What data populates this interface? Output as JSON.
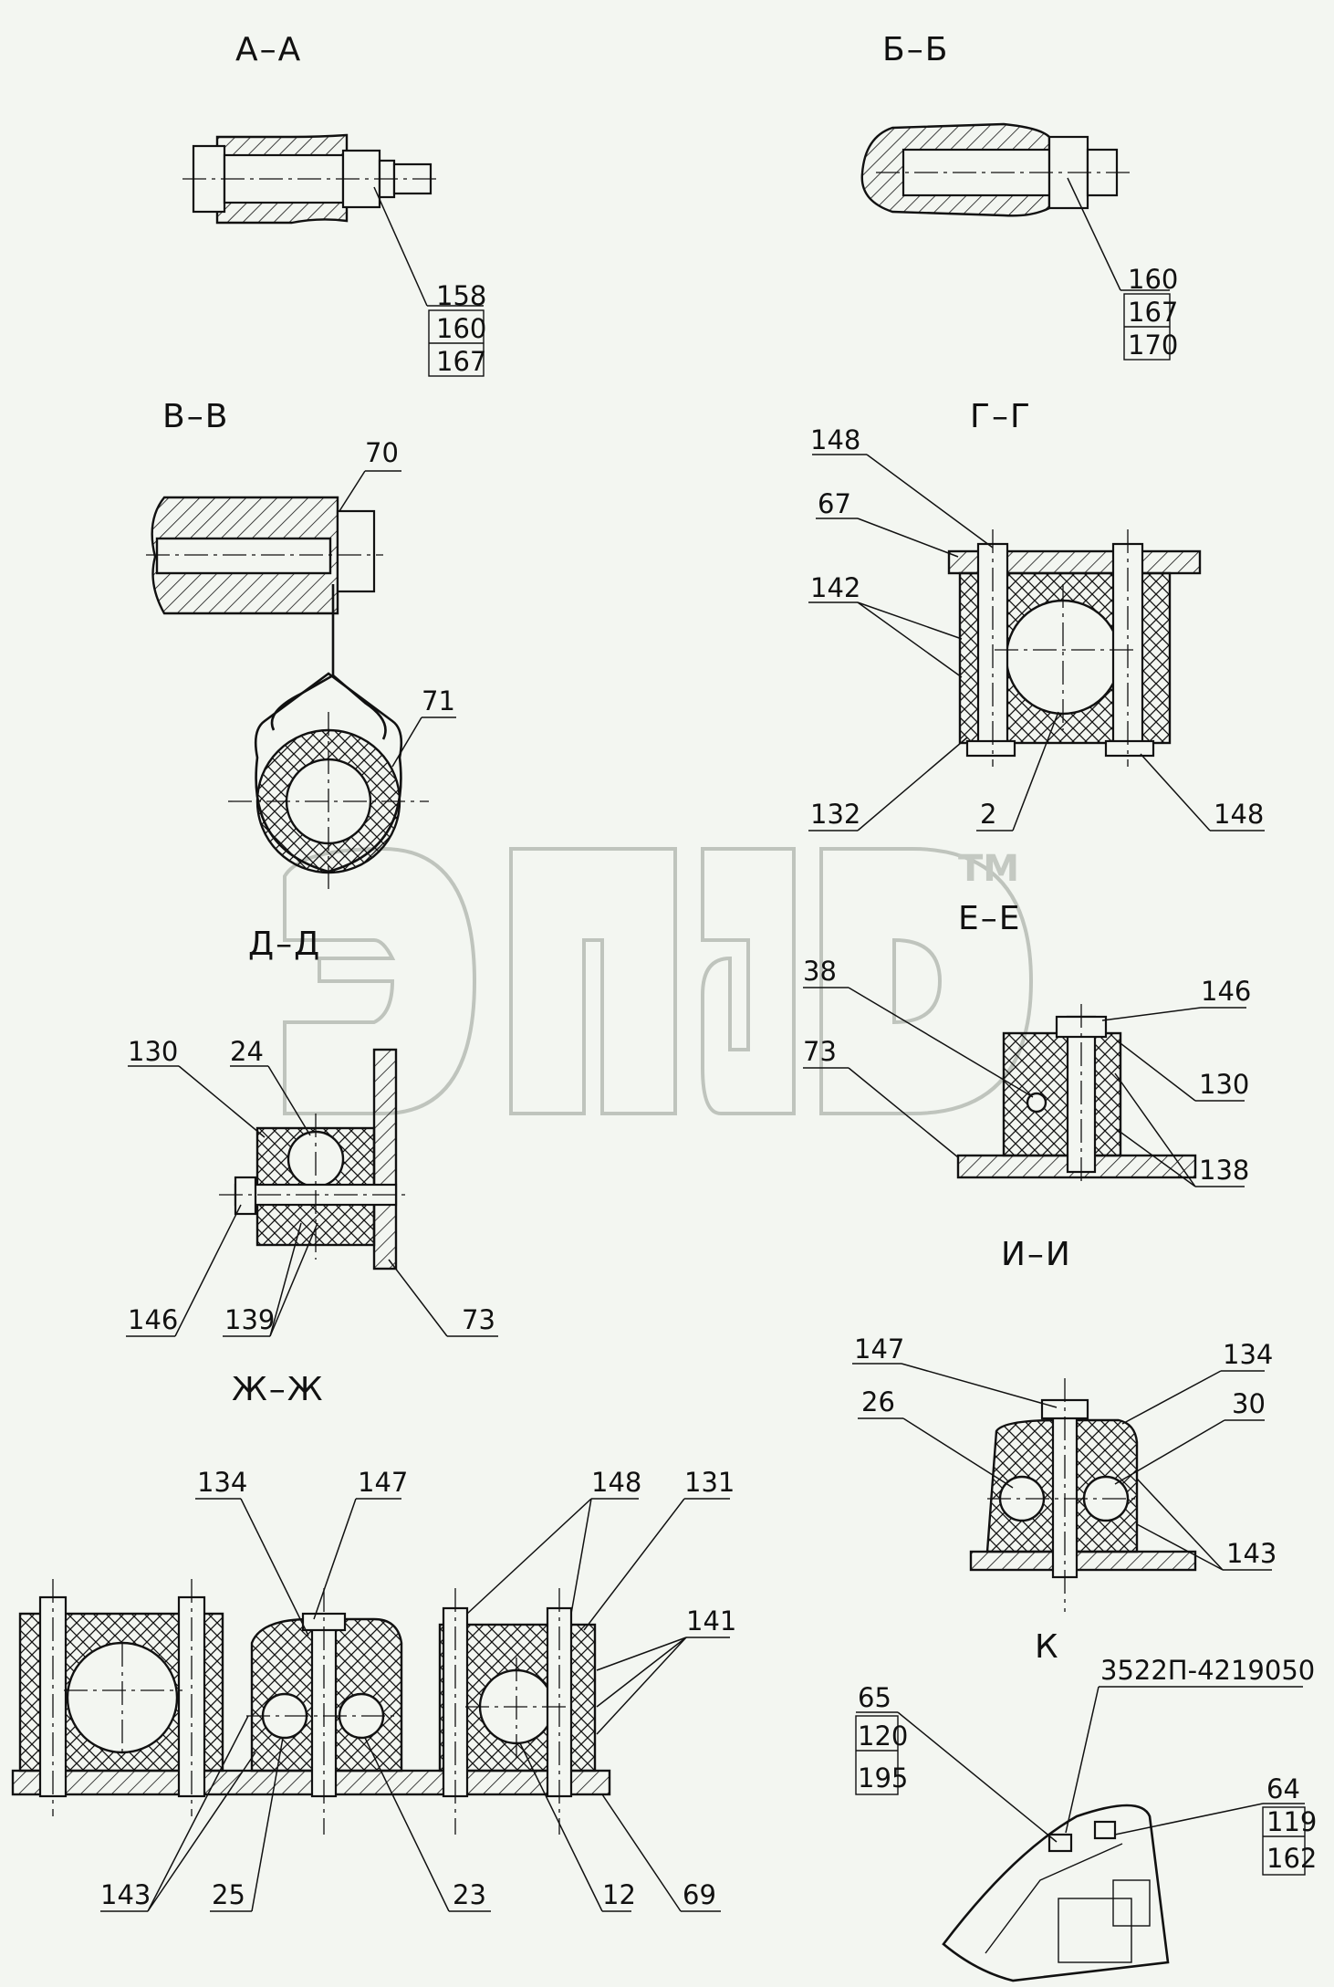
{
  "sections": {
    "aa": {
      "title": "А–А",
      "stack": [
        "158",
        "160",
        "167"
      ]
    },
    "bb": {
      "title": "Б–Б",
      "stack": [
        "160",
        "167",
        "170"
      ]
    },
    "vv": {
      "title": "В–В",
      "labels": [
        "70",
        "71"
      ]
    },
    "gg": {
      "title": "Г–Г",
      "labels": [
        "148",
        "67",
        "142",
        "132",
        "2",
        "148"
      ]
    },
    "dd": {
      "title": "Д–Д",
      "labels": [
        "130",
        "24",
        "146",
        "139",
        "73"
      ]
    },
    "ee": {
      "title": "Е–Е",
      "labels": [
        "146",
        "38",
        "73",
        "130",
        "138"
      ]
    },
    "zhzh": {
      "title": "Ж–Ж",
      "labels": [
        "134",
        "147",
        "148",
        "131",
        "141",
        "143",
        "25",
        "23",
        "12",
        "69"
      ]
    },
    "ii": {
      "title": "И–И",
      "labels": [
        "147",
        "134",
        "26",
        "30",
        "143"
      ]
    },
    "k": {
      "title": "К",
      "part_number": "3522П-4219050",
      "stack_left": [
        "65",
        "120",
        "195"
      ],
      "stack_right": [
        "64",
        "119",
        "162"
      ]
    }
  },
  "watermark": {
    "text": "ТМ",
    "logo": "ЭПА-logo"
  }
}
